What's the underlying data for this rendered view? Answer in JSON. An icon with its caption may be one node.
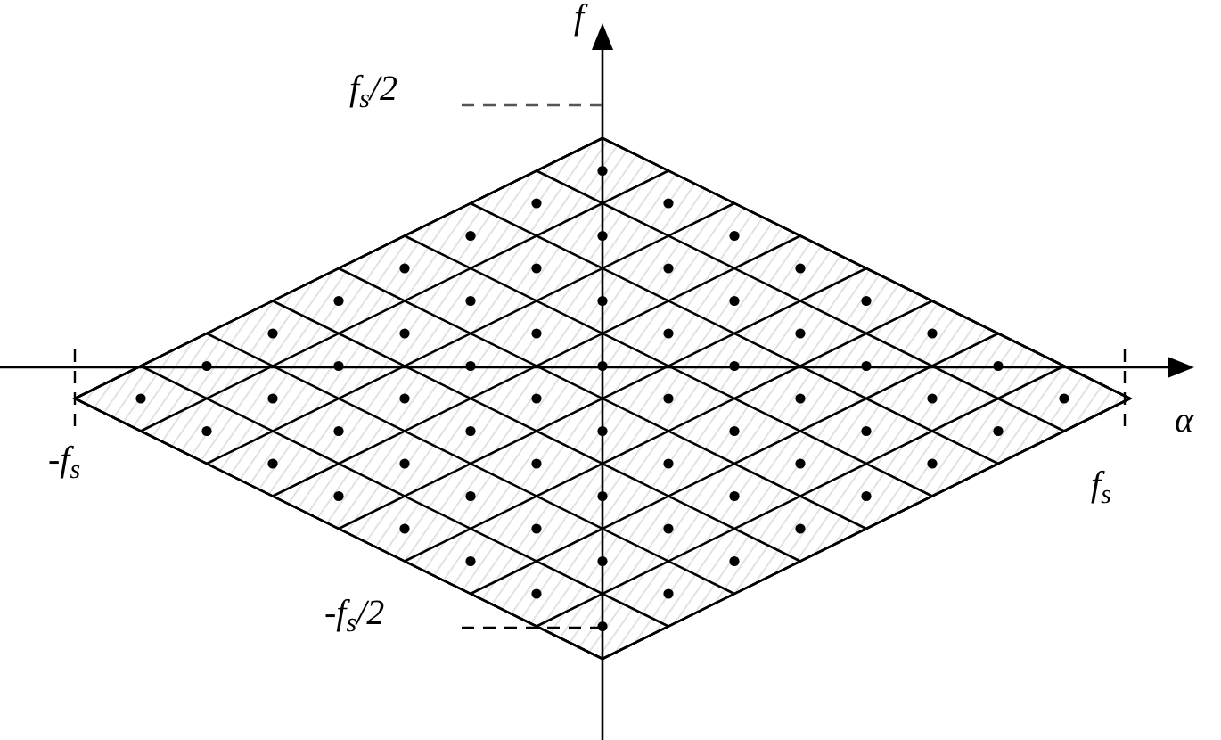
{
  "diagram": {
    "labels": [
      "f",
      "f$_{s}$/2",
      "α",
      "-f$_{s}$",
      "f$_{s}$",
      "-f$_{s}$/2"
    ]
  }
}
